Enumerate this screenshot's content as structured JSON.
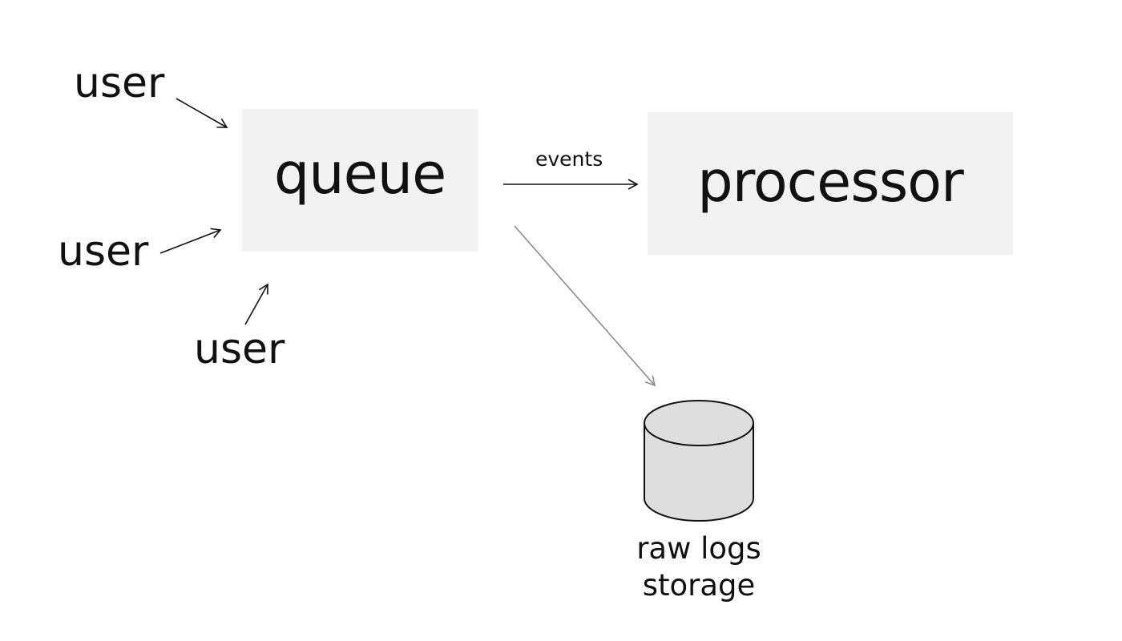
{
  "diagram": {
    "nodes": {
      "queue": {
        "label": "queue"
      },
      "processor": {
        "label": "processor"
      },
      "storage": {
        "label_line1": "raw logs",
        "label_line2": "storage"
      }
    },
    "users": [
      {
        "label": "user"
      },
      {
        "label": "user"
      },
      {
        "label": "user"
      }
    ],
    "edges": {
      "queue_to_processor": {
        "label": "events"
      }
    },
    "colors": {
      "box_fill": "#f2f2f2",
      "cylinder_fill": "#dedede",
      "stroke": "#111111",
      "storage_arrow": "#8a8a8a",
      "text": "#111111"
    }
  }
}
